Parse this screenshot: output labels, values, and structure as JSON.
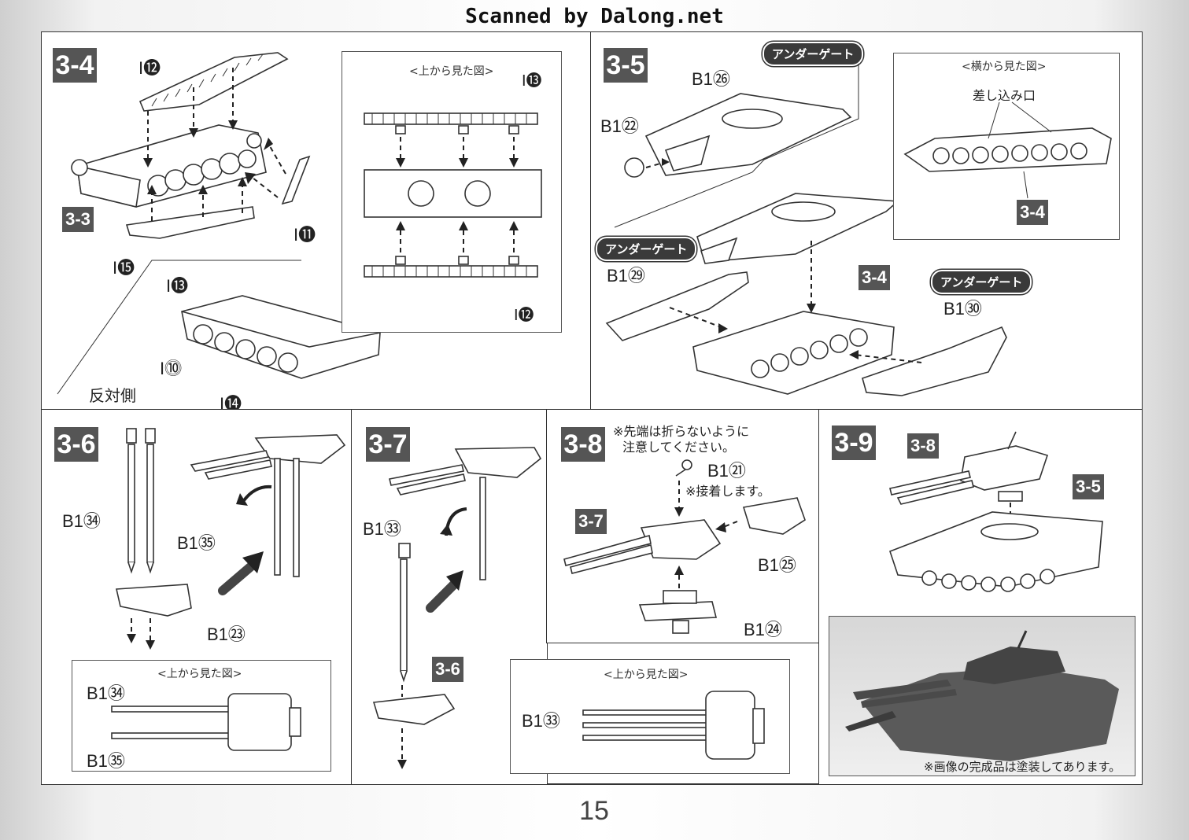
{
  "header": {
    "credit": "Scanned by Dalong.net"
  },
  "page_number": "15",
  "steps": {
    "s3_4": {
      "badge": "3-4",
      "sub_badge": "3-3",
      "labels": {
        "i12": "I⓬",
        "i11": "I⓫",
        "i15": "I⓯",
        "i13": "I⓭",
        "i10": "I⓾",
        "i14": "I⓮",
        "opposite": "反対側"
      },
      "inset": {
        "title": "<上から見た図>",
        "i13": "I⓭",
        "i12": "I⓬"
      }
    },
    "s3_5": {
      "badge": "3-5",
      "gate_1": "アンダーゲート",
      "gate_2": "アンダーゲート",
      "gate_3": "アンダーゲート",
      "labels": {
        "b26": "B1㉖",
        "b22": "B1㉒",
        "b29": "B1㉙",
        "b30": "B1㉚"
      },
      "sub_badge": "3-4",
      "inset": {
        "title": "<横から見た図>",
        "slot": "差し込み口",
        "badge": "3-4"
      }
    },
    "s3_6": {
      "badge": "3-6",
      "labels": {
        "b34": "B1㉞",
        "b35": "B1㉟",
        "b23": "B1㉓"
      },
      "inset": {
        "title": "<上から見た図>",
        "b34": "B1㉞",
        "b35": "B1㉟"
      }
    },
    "s3_7": {
      "badge": "3-7",
      "labels": {
        "b33": "B1㉝"
      },
      "sub_badge": "3-6"
    },
    "s3_8": {
      "badge": "3-8",
      "note_1": "※先端は折らないように",
      "note_2": "注意してください。",
      "glue_note": "※接着します。",
      "sub_badge": "3-7",
      "labels": {
        "b21": "B1㉑",
        "b25": "B1㉕",
        "b24": "B1㉔"
      },
      "inset": {
        "title": "<上から見た図>",
        "b33": "B1㉝"
      }
    },
    "s3_9": {
      "badge": "3-9",
      "sub_badge_1": "3-8",
      "sub_badge_2": "3-5",
      "photo_note": "※画像の完成品は塗装してあります。"
    }
  },
  "colors": {
    "badge_bg": "#555555",
    "gate_bg": "#3a3a3a",
    "line": "#333333"
  }
}
